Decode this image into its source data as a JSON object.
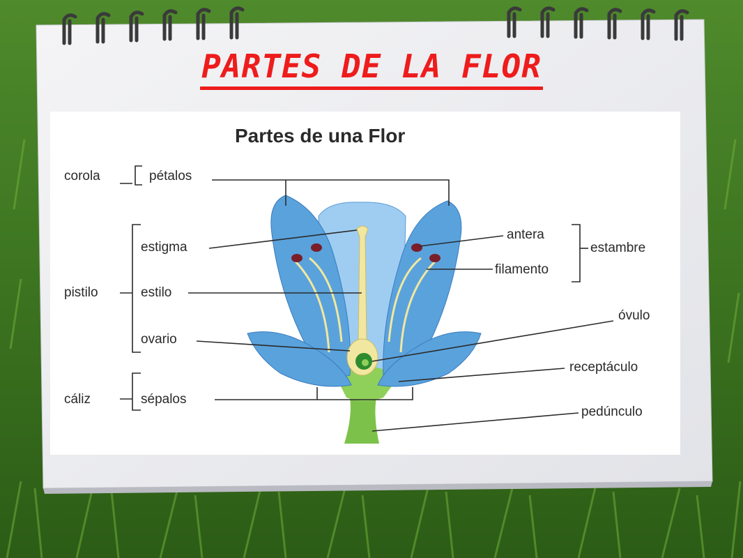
{
  "page_title": "PARTES DE LA FLOR",
  "diagram": {
    "heading": "Partes de una Flor",
    "labels": {
      "corola": "corola",
      "petalos": "pétalos",
      "estigma": "estigma",
      "pistilo": "pistilo",
      "estilo": "estilo",
      "ovario": "ovario",
      "caliz": "cáliz",
      "sepalos": "sépalos",
      "antera": "antera",
      "estambre": "estambre",
      "filamento": "filamento",
      "ovulo": "óvulo",
      "receptaculo": "receptáculo",
      "pedunculo": "pedúnculo"
    }
  },
  "colors": {
    "title": "#ee1c1c",
    "petal": "#5aa2dc",
    "petal_light": "#9fcdf2",
    "stem": "#7cc24a",
    "style": "#f2e7a0",
    "grass": "#3f7a22"
  }
}
